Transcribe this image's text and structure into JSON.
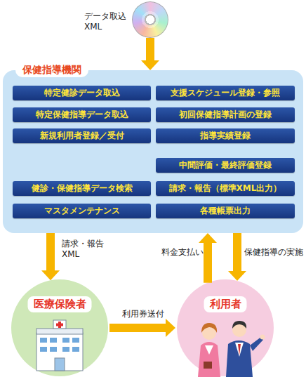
{
  "diagram": {
    "nodes": [
      {
        "text": [
          "データ取込 XML"
        ]
      },
      {
        "text": [
          "保健指導機関"
        ]
      },
      {
        "text": [
          "特定健診データ取込"
        ],
        "in": 1
      },
      {
        "text": [
          "支援スケジュール登録・参照"
        ],
        "in": 1
      },
      {
        "text": [
          "特定保健指導データ取込"
        ],
        "in": 1
      },
      {
        "text": [
          "初回保健指導計画の登録"
        ],
        "in": 1
      },
      {
        "text": [
          "新規利用者登録／受付"
        ],
        "in": 1
      },
      {
        "text": [
          "指導実績登録"
        ],
        "in": 1
      },
      {
        "text": [
          "中間評価・最終評価登録"
        ],
        "in": 1
      },
      {
        "text": [
          "健診・保健指導データ検索"
        ],
        "in": 1
      },
      {
        "text": [
          "請求・報告（標準XML出力）"
        ],
        "in": 1
      },
      {
        "text": [
          "マスタメンテナンス"
        ],
        "in": 1
      },
      {
        "text": [
          "各種帳票出力"
        ],
        "in": 1
      },
      {
        "text": [
          "医療保険者"
        ]
      },
      {
        "text": [
          "利用者"
        ]
      }
    ],
    "edges": [
      {
        "from": 0,
        "to": 1,
        "arrow": "to"
      },
      {
        "from": 1,
        "to": 13,
        "label": "請求・報告 XML",
        "arrow": "to"
      },
      {
        "from": 14,
        "to": 1,
        "label": "料金支払い",
        "arrow": "to"
      },
      {
        "from": 1,
        "to": 14,
        "label": "保健指導の実施",
        "arrow": "to"
      },
      {
        "from": 13,
        "to": 14,
        "label": "利用券送付",
        "arrow": "to"
      }
    ]
  }
}
